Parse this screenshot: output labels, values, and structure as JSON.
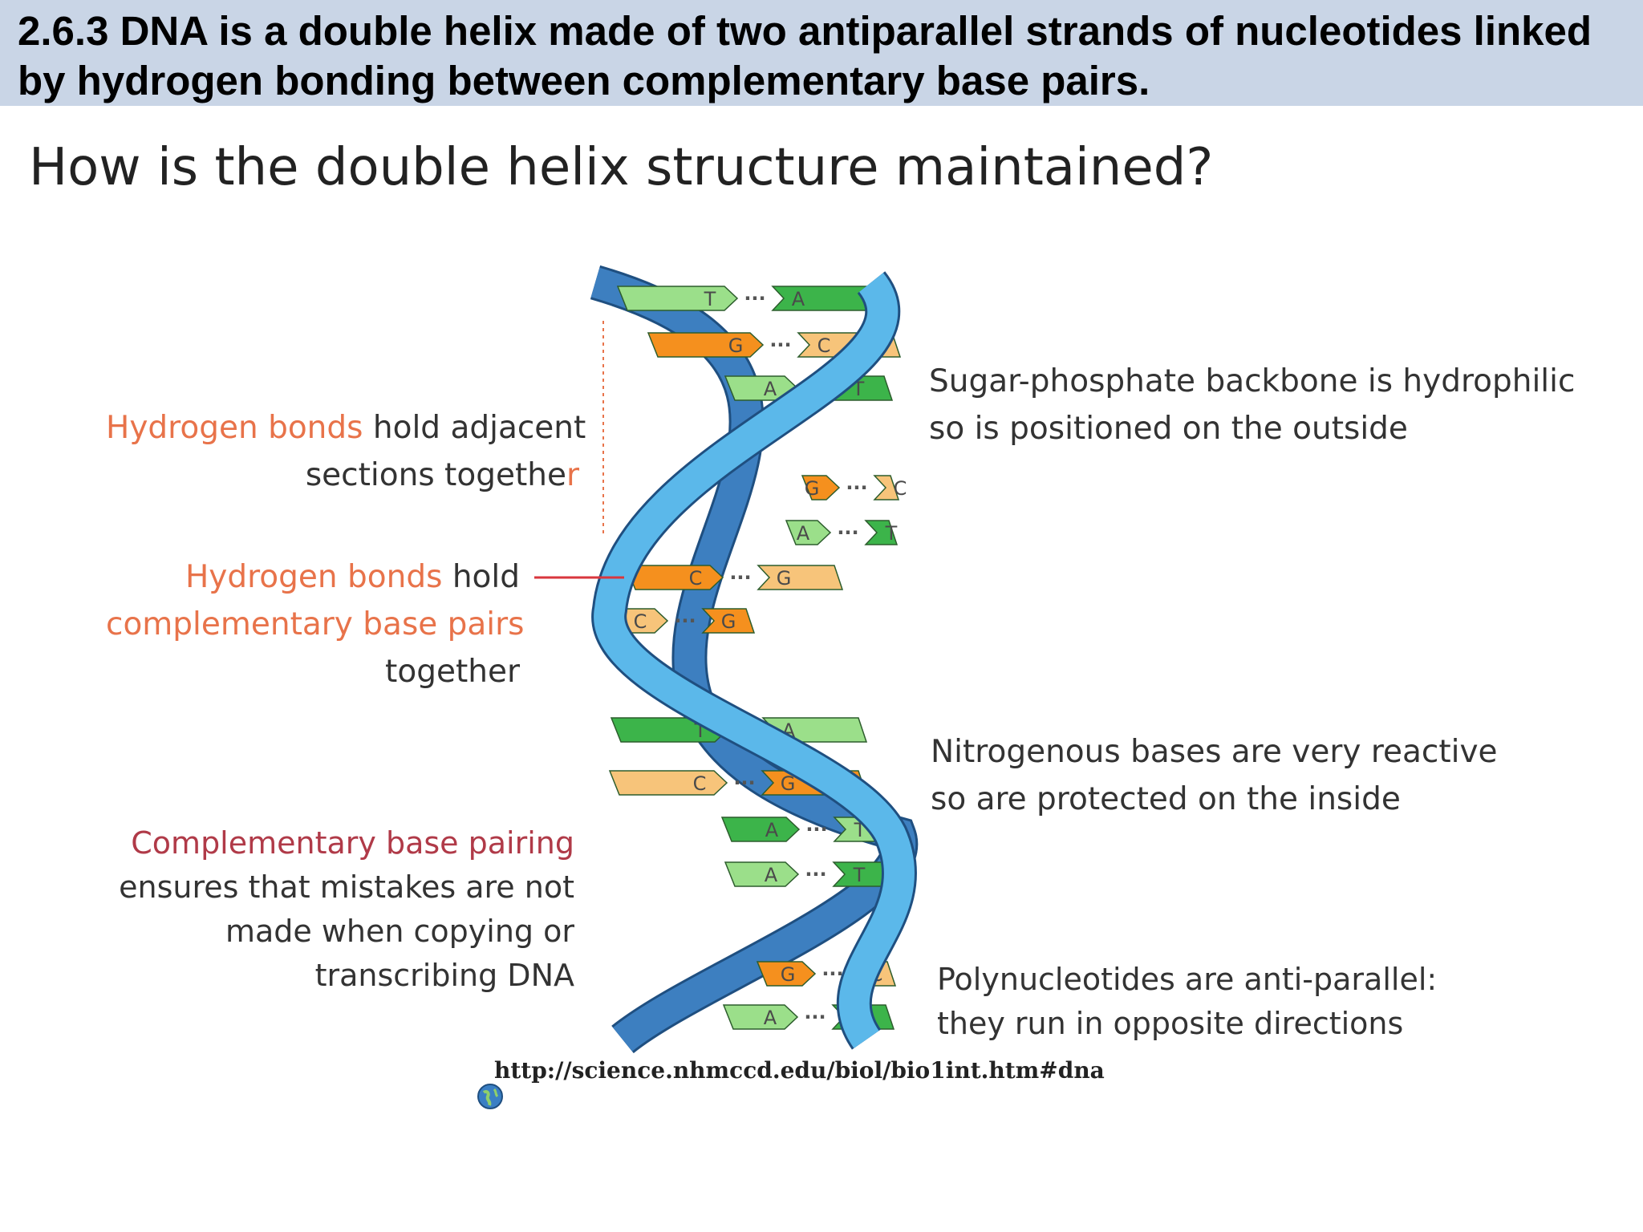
{
  "header": {
    "line1": "2.6.3 DNA is a double helix made of two antiparallel strands of nucleotides linked",
    "line2": "by hydrogen bonding between complementary base pairs."
  },
  "slide": {
    "title": "How is the double helix structure maintained?"
  },
  "left_notes": {
    "note1": {
      "accent": "Hydrogen bonds",
      "rest": " hold adjacent",
      "line2_main": "sections togethe",
      "line2_accent": "r"
    },
    "note2": {
      "accent": "Hydrogen bonds",
      "rest": " hold",
      "line2": "complementary base pairs",
      "line3": "together"
    },
    "note3": {
      "line1": "Complementary base pairing",
      "line2": "ensures that mistakes are not",
      "line3": "made when copying or",
      "line4": "transcribing DNA"
    }
  },
  "right_notes": {
    "note1": {
      "line1": "Sugar-phosphate backbone is hydrophilic",
      "line2": "so is positioned on the outside"
    },
    "note2": {
      "line1": "Nitrogenous bases are very reactive",
      "line2": "so are protected on the inside"
    },
    "note3": {
      "line1": "Polynucleotides are anti-parallel:",
      "line2": "they run in opposite directions"
    }
  },
  "diagram": {
    "base_pairs": [
      {
        "left": "T",
        "right": "A"
      },
      {
        "left": "G",
        "right": "C"
      },
      {
        "left": "A",
        "right": "T"
      },
      {
        "left": "G",
        "right": "C"
      },
      {
        "left": "A",
        "right": "T"
      },
      {
        "left": "C",
        "right": "G"
      },
      {
        "left": "C",
        "right": "G"
      },
      {
        "left": "T",
        "right": "A"
      },
      {
        "left": "C",
        "right": "G"
      },
      {
        "left": "A",
        "right": "T"
      },
      {
        "left": "A",
        "right": "T"
      },
      {
        "left": "G",
        "right": "C"
      },
      {
        "left": "A",
        "right": "T"
      }
    ],
    "bond_symbol": "···",
    "colors": {
      "strand_light": "#5bb8ea",
      "strand_dark": "#3d7fc0",
      "strand_outline": "#1f4f80",
      "pair_green": "#3cb44a",
      "pair_light_green": "#9bdf8a",
      "pair_orange": "#f5901e",
      "pair_light_orange": "#f7c47a",
      "accent_text": "#e8734a",
      "accent_red": "#b03a48",
      "header_bg": "#c9d5e6"
    }
  },
  "footer": {
    "source_url": "http://science.nhmccd.edu/biol/bio1int.htm#dna",
    "globe_icon": "globe-icon"
  }
}
